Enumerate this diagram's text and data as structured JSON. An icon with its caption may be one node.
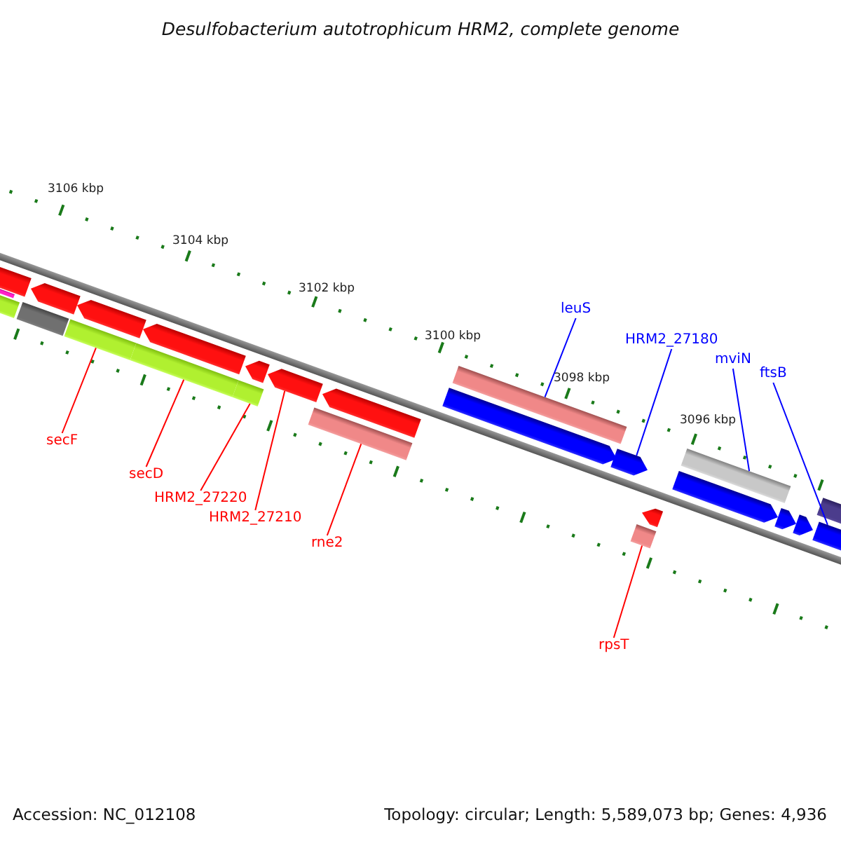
{
  "diagram": {
    "title": "Desulfobacterium autotrophicum HRM2, complete genome",
    "nodes": [
      {
        "text": [
          "secF"
        ]
      },
      {
        "text": [
          "secD"
        ]
      },
      {
        "text": [
          "HRM2_27220"
        ]
      },
      {
        "text": [
          "HRM2_27210"
        ]
      },
      {
        "text": [
          "rne2"
        ]
      },
      {
        "text": [
          "rpsT"
        ]
      },
      {
        "text": [
          "leuS"
        ]
      },
      {
        "text": [
          "HRM2_27180"
        ]
      },
      {
        "text": [
          "mviN"
        ]
      },
      {
        "text": [
          "ftsB"
        ]
      },
      {
        "text": [],
        "shape": "pentagon"
      },
      {
        "text": [],
        "shape": "bar"
      },
      {
        "text": [],
        "shape": "bar"
      },
      {
        "text": [],
        "shape": "bar"
      },
      {
        "text": [],
        "shape": "pentagon"
      },
      {
        "text": [],
        "shape": "bar"
      },
      {
        "text": [],
        "shape": "pentagon"
      },
      {
        "text": [],
        "shape": "bar"
      },
      {
        "text": [],
        "shape": "pentagon"
      },
      {
        "text": [],
        "shape": "bar"
      },
      {
        "text": [],
        "shape": "pentagon"
      },
      {
        "text": [],
        "shape": "pentagon"
      },
      {
        "text": [],
        "shape": "bar"
      },
      {
        "text": [],
        "shape": "pentagon"
      },
      {
        "text": [],
        "shape": "pentagon"
      },
      {
        "text": [],
        "shape": "bar"
      },
      {
        "text": [],
        "shape": "pentagon"
      },
      {
        "text": [],
        "shape": "bar"
      },
      {
        "text": [],
        "shape": "pentagon"
      },
      {
        "text": [],
        "shape": "pentagon"
      },
      {
        "text": [],
        "shape": "bar"
      },
      {
        "text": [],
        "shape": "pentagon"
      },
      {
        "text": [],
        "shape": "pentagon"
      },
      {
        "text": [],
        "shape": "pentagon"
      },
      {
        "text": [],
        "shape": "bar"
      }
    ],
    "edges": [
      {
        "from": 0,
        "to": 15,
        "arrow": "none"
      },
      {
        "from": 1,
        "to": 17,
        "arrow": "none"
      },
      {
        "from": 2,
        "to": 19,
        "arrow": "none"
      },
      {
        "from": 3,
        "to": 21,
        "arrow": "none"
      },
      {
        "from": 4,
        "to": 22,
        "arrow": "none"
      },
      {
        "from": 5,
        "to": 27,
        "arrow": "none"
      },
      {
        "from": 6,
        "to": 25,
        "arrow": "none",
        "color": "#0000ff"
      },
      {
        "from": 7,
        "to": 26,
        "arrow": "none",
        "color": "#0000ff"
      },
      {
        "from": 8,
        "to": 30,
        "arrow": "none",
        "color": "#0000ff"
      },
      {
        "from": 9,
        "to": 32,
        "arrow": "none",
        "color": "#0000ff"
      }
    ],
    "labels": [
      "3106 kbp",
      "3104 kbp",
      "3102 kbp",
      "3100 kbp",
      "3098 kbp",
      "3096 kbp",
      "Accession: NC_012108",
      "Topology: circular; Length: 5,589,073 bp; Genes: 4,936"
    ]
  }
}
